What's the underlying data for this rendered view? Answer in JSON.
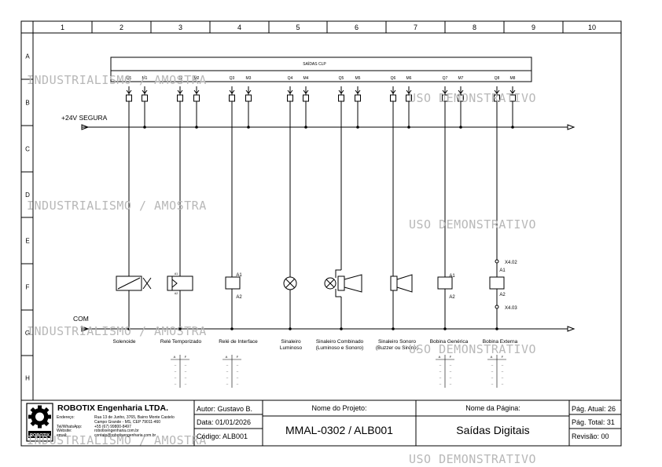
{
  "grid": {
    "columns": [
      "1",
      "2",
      "3",
      "4",
      "5",
      "6",
      "7",
      "8",
      "9",
      "10"
    ],
    "rows": [
      "A",
      "B",
      "C",
      "D",
      "E",
      "F",
      "G",
      "H"
    ]
  },
  "plc": {
    "title": "SAÍDAS CLP",
    "terminals": [
      {
        "q": "Q1",
        "m": "M1"
      },
      {
        "q": "Q2",
        "m": "M2"
      },
      {
        "q": "Q3",
        "m": "M3"
      },
      {
        "q": "Q4",
        "m": "M4"
      },
      {
        "q": "Q5",
        "m": "M5"
      },
      {
        "q": "Q6",
        "m": "M6"
      },
      {
        "q": "Q7",
        "m": "M7"
      },
      {
        "q": "Q8",
        "m": "M8"
      }
    ]
  },
  "rails": {
    "supply": "+24V SEGURA",
    "common": "COM"
  },
  "devices": [
    {
      "id": "solenoide",
      "line1": "Solenoide",
      "line2": ""
    },
    {
      "id": "rele-temporizado",
      "line1": "Relé Temporizado",
      "line2": "",
      "a1": "A1",
      "a2": "A2"
    },
    {
      "id": "rele-interface",
      "line1": "Relé de Interface",
      "line2": "",
      "a1": "A1",
      "a2": "A2"
    },
    {
      "id": "sinaleiro-luminoso",
      "line1": "Sinaleiro",
      "line2": "Luminoso"
    },
    {
      "id": "sinaleiro-combinado",
      "line1": "Sinaleiro Combinado",
      "line2": "(Luminoso e Sonoro)"
    },
    {
      "id": "sinaleiro-sonoro",
      "line1": "Sinaleiro Sonoro",
      "line2": "(Buzzer ou Sirene)"
    },
    {
      "id": "bobina-generica",
      "line1": "Bobina Genérica",
      "line2": "",
      "a1": "A1",
      "a2": "A2"
    },
    {
      "id": "bobina-externa",
      "line1": "Bobina Externa",
      "line2": "",
      "a1": "A1",
      "a2": "A2",
      "x_top": "X4.02",
      "x_bottom": "X4.03"
    }
  ],
  "contact_table": {
    "col_a": "A",
    "col_f": "F",
    "dash": "--"
  },
  "watermarks": {
    "left": "INDUSTRIALISMO / AMOSTRA",
    "right": "USO DEMONSTRATIVO"
  },
  "title_block": {
    "company": "ROBOTIX Engenharia LTDA.",
    "logo_text": "ROBOTIX",
    "address_label": "Endereço:",
    "address_line1": "Rua 13 de Junho, 3765, Bairro Monte Castelo",
    "address_line2": "Campo Grande - MS, CEP 79011-460",
    "phone_label": "Tel/WhatsApp:",
    "phone": "+55 (67) 99800-8497",
    "website_label": "Website:",
    "website": "robotixengenharia.com.br",
    "email_label": "email:",
    "email": "contato@robotixengenharia.com.br",
    "author": "Autor: Gustavo B.",
    "date": "Data: 01/01/2026",
    "code": "Código: ALB001",
    "project_label": "Nome do Projeto:",
    "project": "MMAL-0302 / ALB001",
    "page_label": "Nome da Página:",
    "page": "Saídas Digitais",
    "page_current": "Pág. Atual: 26",
    "page_total": "Pág. Total: 31",
    "revision": "Revisão: 00"
  }
}
